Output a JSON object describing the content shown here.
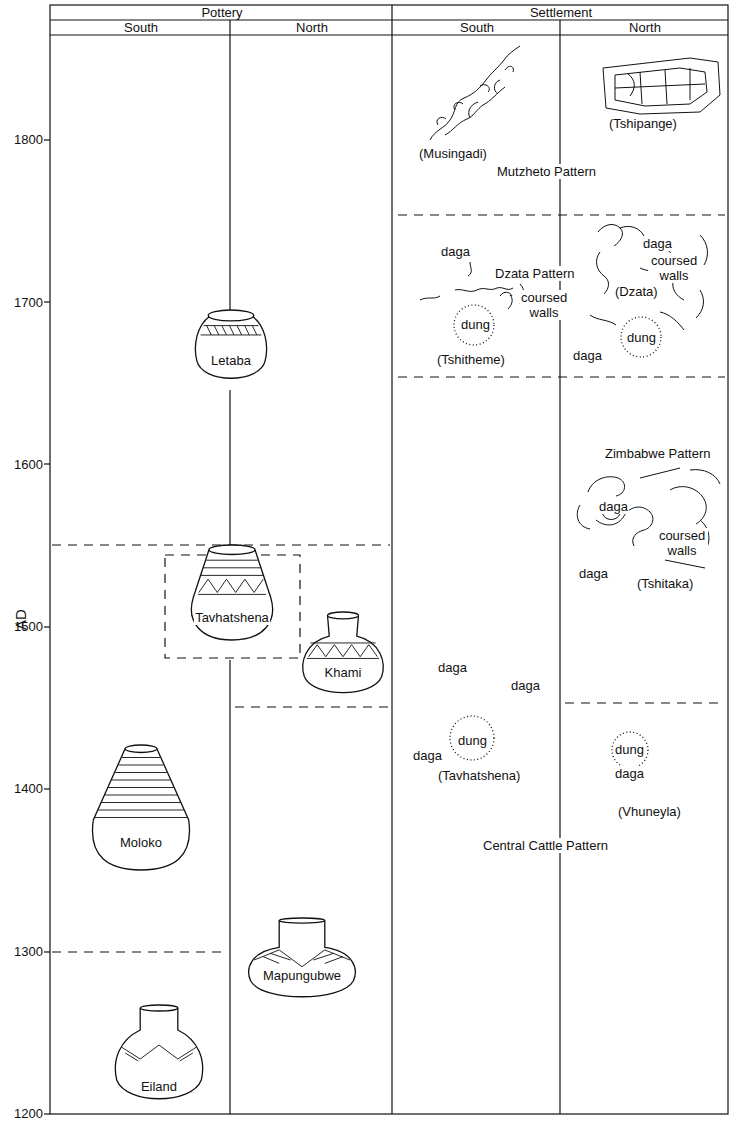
{
  "diagram": {
    "nodes": [
      {
        "text": [
          "Letaba"
        ]
      },
      {
        "text": [
          "Tavhatshena"
        ]
      },
      {
        "text": [
          "Khami"
        ]
      },
      {
        "text": [
          "Moloko"
        ]
      },
      {
        "text": [
          "Mapungubwe"
        ]
      },
      {
        "text": [
          "Eiland"
        ]
      }
    ],
    "labels": [
      "Pottery",
      "Settlement",
      "South",
      "North",
      "South",
      "North",
      "AD",
      "1800",
      "1700",
      "1600",
      "1500",
      "1400",
      "1300",
      "1200",
      "(Musingadi)",
      "(Tshipange)",
      "Mutzheto Pattern",
      "daga",
      "Dzata Pattern",
      "coursed walls",
      "dung",
      "(Tshitheme)",
      "daga",
      "coursed walls",
      "(Dzata)",
      "dung",
      "daga",
      "Zimbabwe Pattern",
      "daga",
      "coursed walls",
      "daga",
      "(Tshitaka)",
      "daga",
      "daga",
      "dung",
      "daga",
      "(Tavhatshena)",
      "dung",
      "daga",
      "(Vhuneyla)",
      "Central Cattle Pattern"
    ]
  }
}
